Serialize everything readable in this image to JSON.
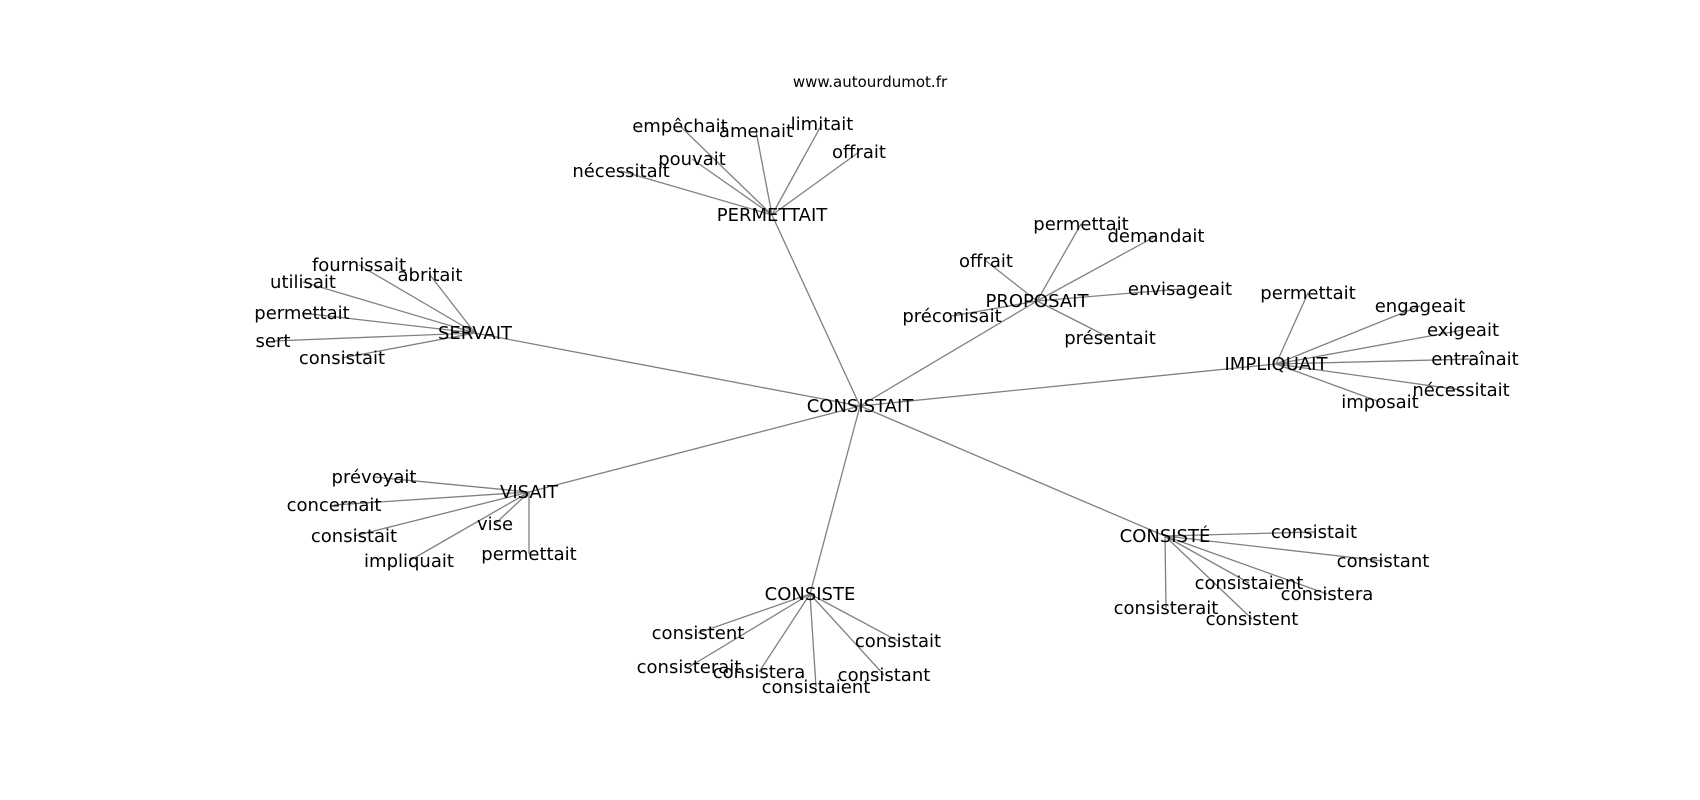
{
  "watermark": "www.autourdumot.fr",
  "colors": {
    "edge": "#808080",
    "text": "#000000",
    "background": "#ffffff"
  },
  "graph": {
    "root": "CONSISTAIT",
    "clusters": [
      {
        "hub": "PERMETTAIT",
        "leaves": [
          "empêchait",
          "amenait",
          "limitait",
          "offrait",
          "pouvait",
          "nécessitait"
        ]
      },
      {
        "hub": "SERVAIT",
        "leaves": [
          "fournissait",
          "abritait",
          "utilisait",
          "permettait",
          "sert",
          "consistait"
        ]
      },
      {
        "hub": "PROPOSAIT",
        "leaves": [
          "permettait",
          "demandait",
          "offrait",
          "envisageait",
          "préconisait",
          "présentait"
        ]
      },
      {
        "hub": "IMPLIQUAIT",
        "leaves": [
          "permettait",
          "engageait",
          "exigeait",
          "entraînait",
          "nécessitait",
          "imposait"
        ]
      },
      {
        "hub": "VISAIT",
        "leaves": [
          "prévoyait",
          "concernait",
          "vise",
          "consistait",
          "impliquait",
          "permettait"
        ]
      },
      {
        "hub": "CONSISTÉ",
        "leaves": [
          "consistait",
          "consistant",
          "consistaient",
          "consistera",
          "consisterait",
          "consistent"
        ]
      },
      {
        "hub": "CONSISTE",
        "leaves": [
          "consistent",
          "consistait",
          "consisterait",
          "consistera",
          "consistant",
          "consistaient"
        ]
      }
    ]
  }
}
